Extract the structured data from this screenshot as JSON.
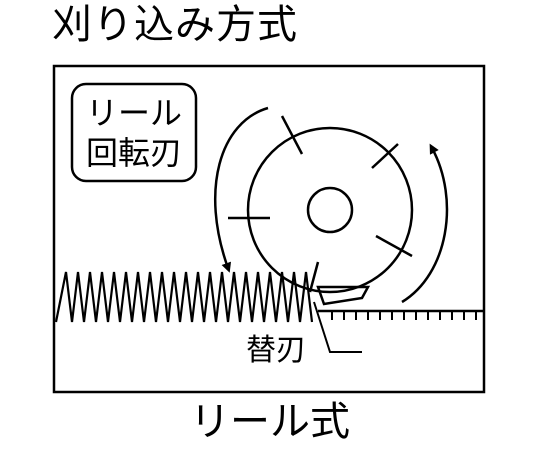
{
  "title": "刈り込み方式",
  "caption": "リール式",
  "labels": {
    "reel_line1": "リール",
    "reel_line2": "回転刃",
    "bed_knife": "替刃"
  },
  "colors": {
    "stroke": "#000000",
    "background": "#ffffff"
  }
}
